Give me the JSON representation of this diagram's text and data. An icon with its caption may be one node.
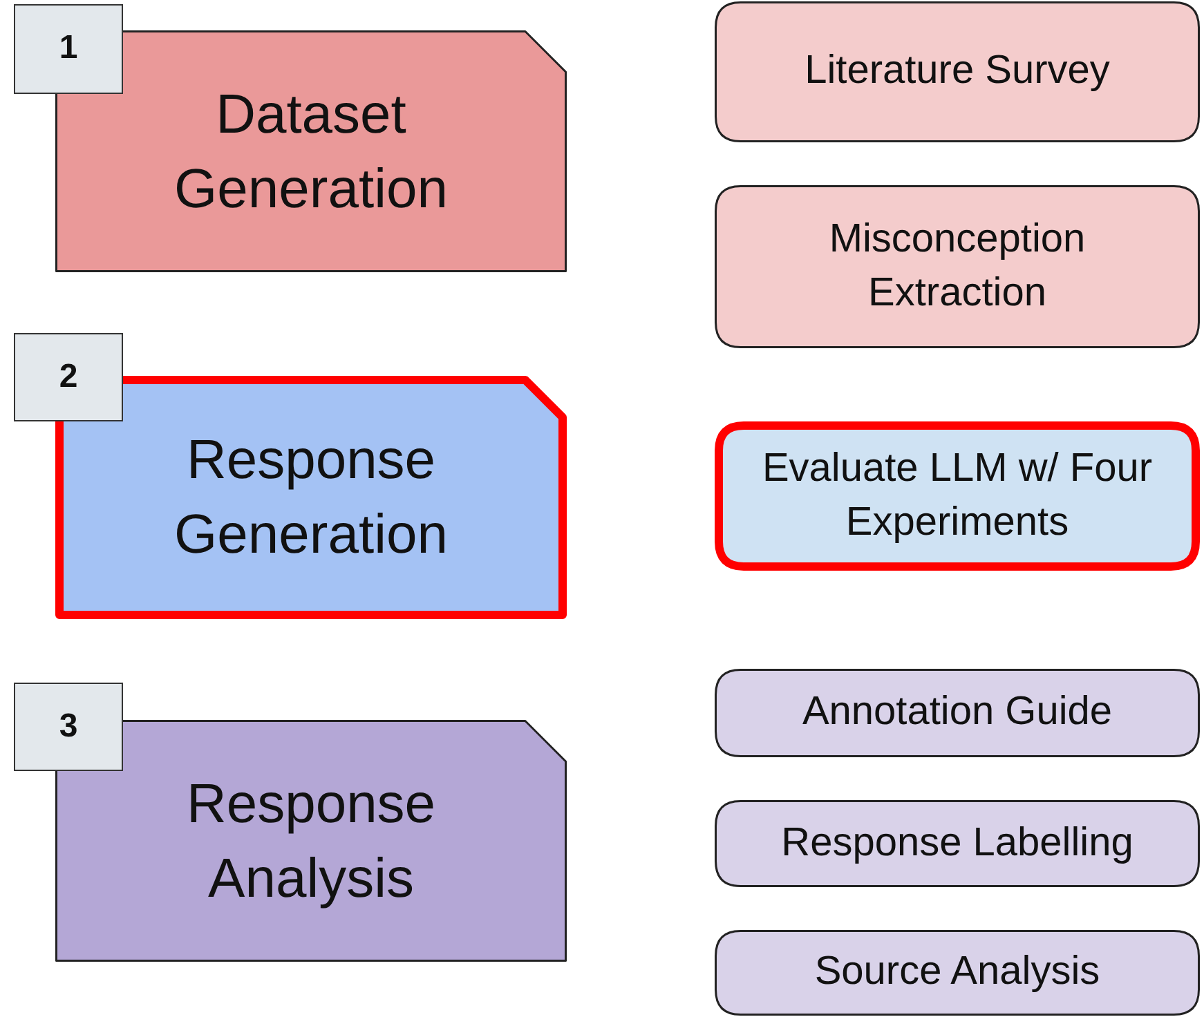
{
  "diagram": {
    "nodes": [
      {
        "text": [
          "1"
        ]
      },
      {
        "text": [
          "Dataset Generation"
        ]
      },
      {
        "text": [
          "Literature Survey"
        ]
      },
      {
        "text": [
          "Misconception Extraction"
        ]
      },
      {
        "text": [
          "2"
        ]
      },
      {
        "text": [
          "Response Generation"
        ]
      },
      {
        "text": [
          "Evaluate LLM w/ Four Experiments"
        ]
      },
      {
        "text": [
          "3"
        ]
      },
      {
        "text": [
          "Response Analysis"
        ]
      },
      {
        "text": [
          "Annotation Guide"
        ]
      },
      {
        "text": [
          "Response Labelling"
        ]
      },
      {
        "text": [
          "Source Analysis"
        ]
      }
    ]
  }
}
